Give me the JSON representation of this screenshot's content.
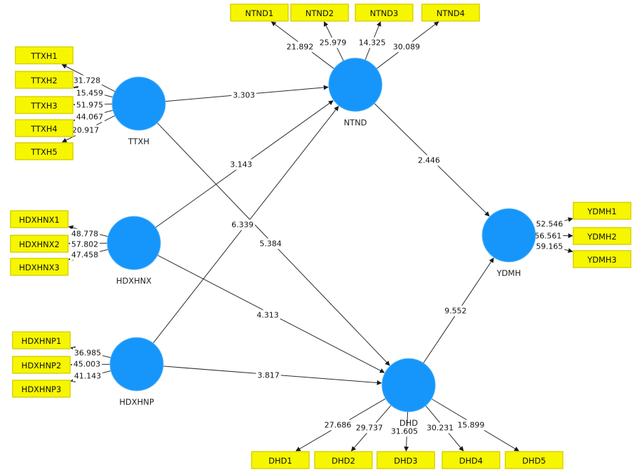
{
  "diagram": {
    "type": "pls-sem-path-model",
    "colors": {
      "latent_fill": "#1696fa",
      "indicator_fill": "#f6f600",
      "indicator_border": "#d8d200",
      "edge": "#2a2a2a"
    },
    "latents": [
      {
        "id": "TTXH",
        "label": "TTXH"
      },
      {
        "id": "HDXHNX",
        "label": "HDXHNX"
      },
      {
        "id": "HDXHNP",
        "label": "HDXHNP"
      },
      {
        "id": "NTND",
        "label": "NTND"
      },
      {
        "id": "DHD",
        "label": "DHD"
      },
      {
        "id": "YDMH",
        "label": "YDMH"
      }
    ],
    "indicators": [
      {
        "id": "TTXH1",
        "label": "TTXH1",
        "latent": "TTXH",
        "value": "31.728"
      },
      {
        "id": "TTXH2",
        "label": "TTXH2",
        "latent": "TTXH",
        "value": "15.459"
      },
      {
        "id": "TTXH3",
        "label": "TTXH3",
        "latent": "TTXH",
        "value": "51.975"
      },
      {
        "id": "TTXH4",
        "label": "TTXH4",
        "latent": "TTXH",
        "value": "44.067"
      },
      {
        "id": "TTXH5",
        "label": "TTXH5",
        "latent": "TTXH",
        "value": "20.917"
      },
      {
        "id": "HDXHNX1",
        "label": "HDXHNX1",
        "latent": "HDXHNX",
        "value": "48.778"
      },
      {
        "id": "HDXHNX2",
        "label": "HDXHNX2",
        "latent": "HDXHNX",
        "value": "57.802"
      },
      {
        "id": "HDXHNX3",
        "label": "HDXHNX3",
        "latent": "HDXHNX",
        "value": "47.458"
      },
      {
        "id": "HDXHNP1",
        "label": "HDXHNP1",
        "latent": "HDXHNP",
        "value": "36.985"
      },
      {
        "id": "HDXHNP2",
        "label": "HDXHNP2",
        "latent": "HDXHNP",
        "value": "45.003"
      },
      {
        "id": "HDXHNP3",
        "label": "HDXHNP3",
        "latent": "HDXHNP",
        "value": "41.143"
      },
      {
        "id": "NTND1",
        "label": "NTND1",
        "latent": "NTND",
        "value": "21.892"
      },
      {
        "id": "NTND2",
        "label": "NTND2",
        "latent": "NTND",
        "value": "25.979"
      },
      {
        "id": "NTND3",
        "label": "NTND3",
        "latent": "NTND",
        "value": "14.325"
      },
      {
        "id": "NTND4",
        "label": "NTND4",
        "latent": "NTND",
        "value": "30.089"
      },
      {
        "id": "YDMH1",
        "label": "YDMH1",
        "latent": "YDMH",
        "value": "52.546"
      },
      {
        "id": "YDMH2",
        "label": "YDMH2",
        "latent": "YDMH",
        "value": "56.561"
      },
      {
        "id": "YDMH3",
        "label": "YDMH3",
        "latent": "YDMH",
        "value": "59.165"
      },
      {
        "id": "DHD1",
        "label": "DHD1",
        "latent": "DHD",
        "value": "27.686"
      },
      {
        "id": "DHD2",
        "label": "DHD2",
        "latent": "DHD",
        "value": "29.737"
      },
      {
        "id": "DHD3",
        "label": "DHD3",
        "latent": "DHD",
        "value": "31.605"
      },
      {
        "id": "DHD4",
        "label": "DHD4",
        "latent": "DHD",
        "value": "30.231"
      },
      {
        "id": "DHD5",
        "label": "DHD5",
        "latent": "DHD",
        "value": "15.899"
      }
    ],
    "paths": [
      {
        "from": "TTXH",
        "to": "NTND",
        "value": "3.303"
      },
      {
        "from": "TTXH",
        "to": "DHD",
        "value": "5.384"
      },
      {
        "from": "HDXHNX",
        "to": "NTND",
        "value": "3.143"
      },
      {
        "from": "HDXHNX",
        "to": "DHD",
        "value": "4.313"
      },
      {
        "from": "HDXHNP",
        "to": "NTND",
        "value": "6.339"
      },
      {
        "from": "HDXHNP",
        "to": "DHD",
        "value": "3.817"
      },
      {
        "from": "NTND",
        "to": "YDMH",
        "value": "2.446"
      },
      {
        "from": "DHD",
        "to": "YDMH",
        "value": "9.552"
      }
    ]
  }
}
